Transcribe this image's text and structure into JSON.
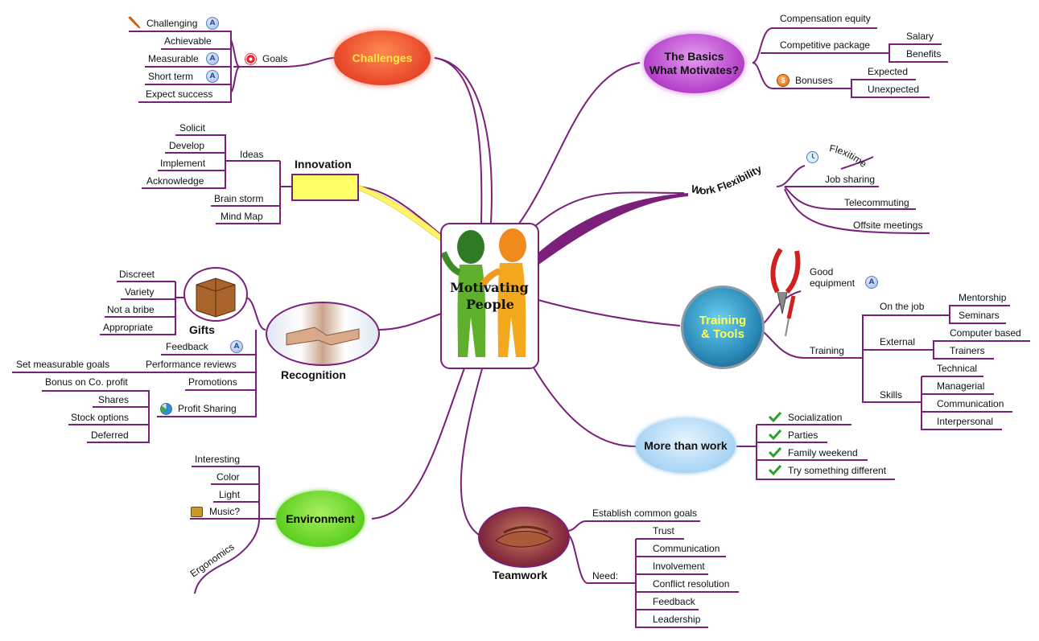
{
  "central": {
    "title_line1": "Motivating",
    "title_line2": "People"
  },
  "challenges": {
    "label": "Challenges",
    "goals_label": "Goals",
    "items": [
      "Challenging",
      "Achievable",
      "Measurable",
      "Short term",
      "Expect success"
    ]
  },
  "innovation": {
    "label": "Innovation",
    "ideas_label": "Ideas",
    "ideas": [
      "Solicit",
      "Develop",
      "Implement",
      "Acknowledge"
    ],
    "other": [
      "Brain storm",
      "Mind Map"
    ]
  },
  "recognition": {
    "label": "Recognition",
    "gifts_label": "Gifts",
    "gifts": [
      "Discreet",
      "Variety",
      "Not a bribe",
      "Appropriate"
    ],
    "feedback": "Feedback",
    "performance_reviews": "Performance reviews",
    "set_measurable_goals": "Set measurable goals",
    "promotions": "Promotions",
    "profit_sharing": "Profit Sharing",
    "profit_items": [
      "Bonus on Co. profit",
      "Shares",
      "Stock options",
      "Deferred"
    ]
  },
  "environment": {
    "label": "Environment",
    "items": [
      "Interesting",
      "Color",
      "Light",
      "Music?",
      "Ergonomics"
    ]
  },
  "teamwork": {
    "label": "Teamwork",
    "establish": "Establish common goals",
    "need_label": "Need:",
    "needs": [
      "Trust",
      "Communication",
      "Involvement",
      "Conflict resolution",
      "Feedback",
      "Leadership"
    ]
  },
  "basics": {
    "label_line1": "The Basics",
    "label_line2": "What Motivates?",
    "compensation_equity": "Compensation equity",
    "competitive_package": "Competitive package",
    "package_items": [
      "Salary",
      "Benefits"
    ],
    "bonuses": "Bonuses",
    "bonus_items": [
      "Expected",
      "Unexpected"
    ]
  },
  "flexibility": {
    "label": "Work Flexibility",
    "items": [
      "Flexitime",
      "Job sharing",
      "Telecommuting",
      "Offsite meetings"
    ]
  },
  "training": {
    "label_line1": "Training",
    "label_line2": "& Tools",
    "good_equipment_line1": "Good",
    "good_equipment_line2": "equipment",
    "training_label": "Training",
    "on_the_job": "On the job",
    "on_the_job_items": [
      "Mentorship",
      "Seminars"
    ],
    "external": "External",
    "external_items": [
      "Computer based",
      "Trainers"
    ],
    "skills": "Skills",
    "skills_items": [
      "Technical",
      "Managerial",
      "Communication",
      "Interpersonal"
    ]
  },
  "more_than_work": {
    "label": "More than work",
    "items": [
      "Socialization",
      "Parties",
      "Family weekend",
      "Try something different"
    ]
  },
  "colors": {
    "branch": "#7a1f7a",
    "challenges": "#e8452a",
    "basics": "#b43fc8",
    "environment": "#5ccf1f",
    "more": "#a8d4f4",
    "innovation": "#ffff66"
  }
}
